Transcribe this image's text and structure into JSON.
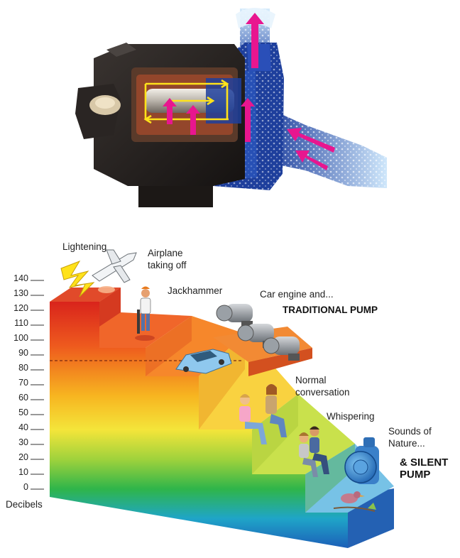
{
  "pump_illustration": {
    "title": ""
  },
  "sound_scale": {
    "axis_label": "Decibels",
    "ticks": [
      "140",
      "130",
      "120",
      "110",
      "100",
      "90",
      "80",
      "70",
      "60",
      "50",
      "40",
      "30",
      "20",
      "10",
      "0"
    ],
    "labels": {
      "lightening": "Lightening",
      "airplane_line1": "Airplane",
      "airplane_line2": "taking off",
      "jackhammer": "Jackhammer",
      "car_engine": "Car engine and...",
      "traditional_pump": "TRADITIONAL PUMP",
      "normal_line1": "Normal",
      "normal_line2": "conversation",
      "whispering": "Whispering",
      "nature_line1": "Sounds of",
      "nature_line2": "Nature...",
      "silent_line1": "& SILENT",
      "silent_line2": "PUMP"
    }
  }
}
